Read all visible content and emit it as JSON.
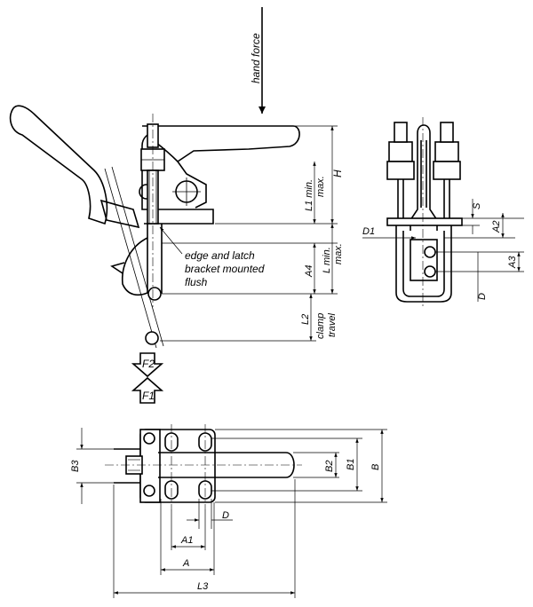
{
  "labels": {
    "hand_force": "hand force",
    "h1": "L1 min.",
    "h2": "max.",
    "H": "H",
    "L_min": "L min.",
    "L_max": "max.",
    "A4": "A4",
    "L2": "L2",
    "clamp1": "clamp",
    "clamp2": "travel",
    "note1": "edge and latch",
    "note2": "bracket mounted",
    "note3": "flush",
    "F2": "F2",
    "F1": "F1",
    "D1": "D1",
    "S": "S",
    "A2": "A2",
    "A3": "A3",
    "D_side": "D",
    "B3": "B3",
    "B2": "B2",
    "B1": "B1",
    "B": "B",
    "D_top": "D",
    "A1": "A1",
    "A": "A",
    "L3": "L3"
  }
}
